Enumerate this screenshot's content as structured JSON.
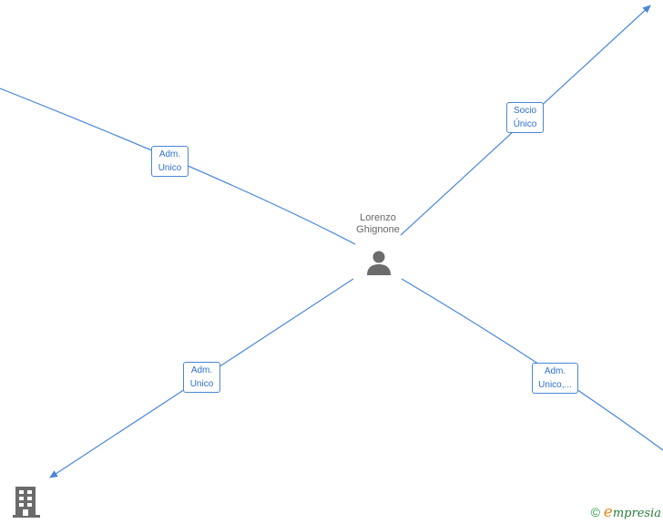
{
  "center_node": {
    "name_line1": "Lorenzo",
    "name_line2": "Ghignone",
    "icon": "person-icon"
  },
  "edges": [
    {
      "id": "top-left",
      "label_line1": "Adm.",
      "label_line2": "Unico"
    },
    {
      "id": "top-right",
      "label_line1": "Socio",
      "label_line2": "Único"
    },
    {
      "id": "bottom-left",
      "label_line1": "Adm.",
      "label_line2": "Unico"
    },
    {
      "id": "bottom-right",
      "label_line1": "Adm.",
      "label_line2": "Unico,..."
    }
  ],
  "company_node": {
    "icon": "building-icon"
  },
  "footer": {
    "copyright": "©",
    "brand_initial": "e",
    "brand_rest": "mpresia"
  },
  "colors": {
    "edge": "#4a86d8",
    "label_text": "#2f6fd0",
    "node_text": "#666666",
    "icon": "#6b6b6b"
  }
}
